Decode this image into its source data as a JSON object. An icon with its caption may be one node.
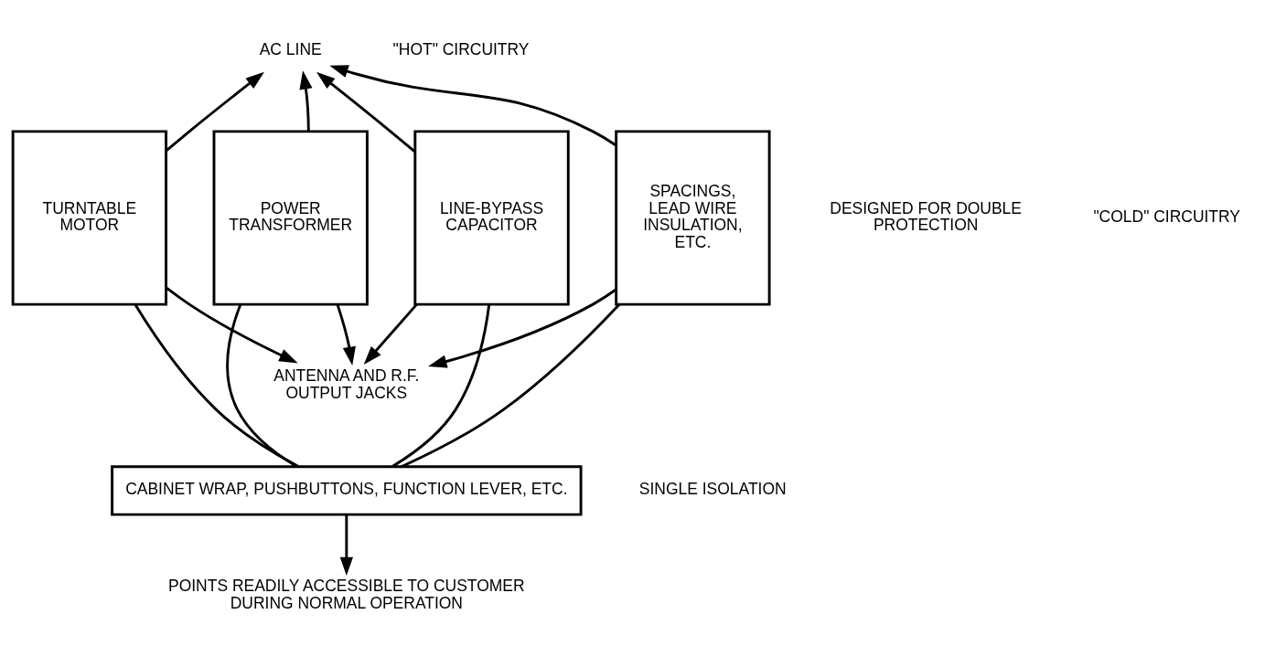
{
  "diagram": {
    "nodes": [
      {
        "text": [
          "AC LINE"
        ]
      },
      {
        "text": [
          "POWER TRANSFORMER"
        ]
      },
      {
        "text": [
          "TURNTABLE MOTOR"
        ]
      },
      {
        "text": [
          "LINE-BYPASS CAPACITOR"
        ]
      },
      {
        "text": [
          "SPACINGS, LEAD WIRE INSULATION, ETC."
        ]
      },
      {
        "text": [
          "ANTENNA AND R.F. OUTPUT JACKS"
        ]
      },
      {
        "text": [
          "CABINET WRAP, PUSHBUTTONS, FUNCTION LEVER, ETC."
        ]
      },
      {
        "text": [
          "POINTS READILY ACCESSIBLE TO CUSTOMER DURING NORMAL OPERATION"
        ]
      }
    ],
    "edges": [
      {
        "from": 1,
        "to": 0,
        "arrow": "to"
      },
      {
        "from": 2,
        "to": 0,
        "arrow": "to"
      },
      {
        "from": 3,
        "to": 0,
        "arrow": "to"
      },
      {
        "from": 4,
        "to": 0,
        "arrow": "to"
      },
      {
        "from": 1,
        "to": 5,
        "arrow": "to"
      },
      {
        "from": 2,
        "to": 5,
        "arrow": "to"
      },
      {
        "from": 3,
        "to": 5,
        "arrow": "to"
      },
      {
        "from": 4,
        "to": 5,
        "arrow": "to"
      },
      {
        "from": 1,
        "to": 6,
        "arrow": "none"
      },
      {
        "from": 2,
        "to": 6,
        "arrow": "none"
      },
      {
        "from": 3,
        "to": 6,
        "arrow": "none"
      },
      {
        "from": 4,
        "to": 6,
        "arrow": "none"
      },
      {
        "from": 6,
        "to": 7,
        "arrow": "to"
      }
    ],
    "labels": [
      "\"HOT\" CIRCUITRY",
      "DESIGNED FOR DOUBLE PROTECTION",
      "\"COLD\" CIRCUITRY",
      "SINGLE ISOLATION"
    ]
  }
}
